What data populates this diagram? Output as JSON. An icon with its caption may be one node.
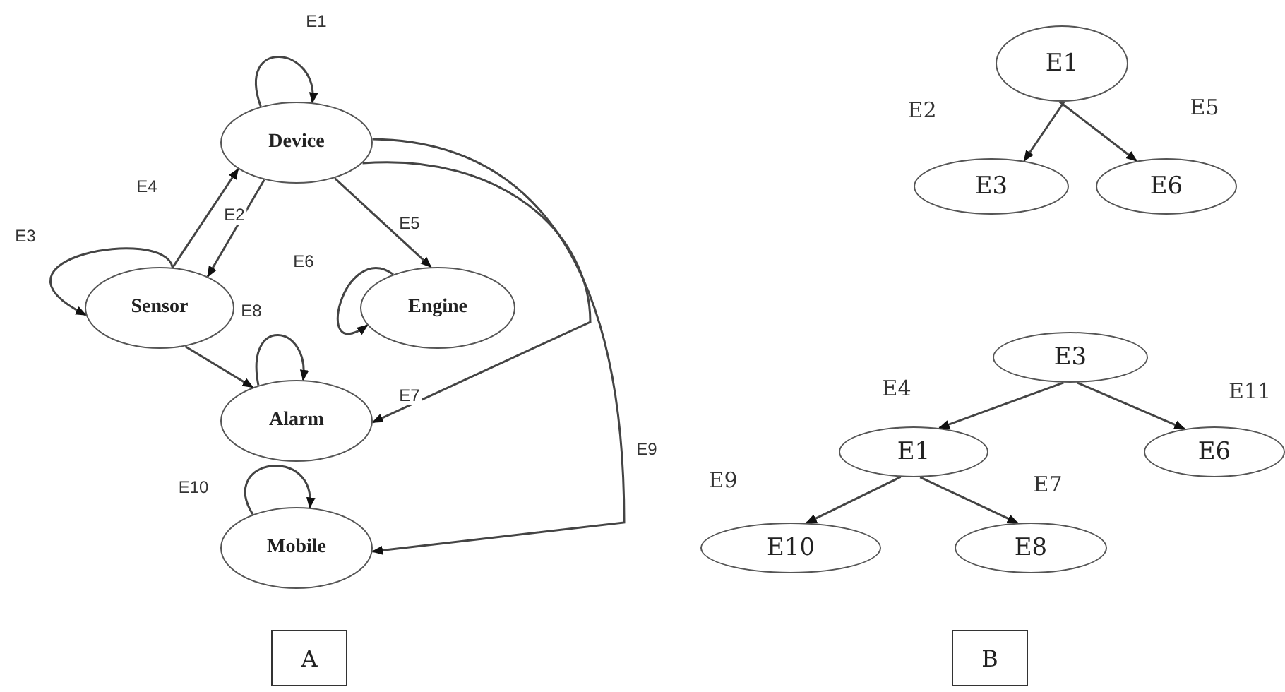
{
  "diagram": {
    "nodes": [
      {
        "text": [
          "Device"
        ]
      },
      {
        "text": [
          "Sensor"
        ]
      },
      {
        "text": [
          "Engine"
        ]
      },
      {
        "text": [
          "Alarm"
        ]
      },
      {
        "text": [
          "Mobile"
        ]
      },
      {
        "text": [
          "E1"
        ]
      },
      {
        "text": [
          "E3"
        ]
      },
      {
        "text": [
          "E6"
        ]
      },
      {
        "text": [
          "E3"
        ]
      },
      {
        "text": [
          "E1"
        ]
      },
      {
        "text": [
          "E6"
        ]
      },
      {
        "text": [
          "E10"
        ]
      },
      {
        "text": [
          "E8"
        ]
      },
      {
        "text": [
          "A"
        ]
      },
      {
        "text": [
          "B"
        ]
      }
    ],
    "edges": [
      {
        "from": 0,
        "to": 0,
        "arrow": "to",
        "label": "E1"
      },
      {
        "from": 0,
        "to": 1,
        "arrow": "to",
        "label": "E2"
      },
      {
        "from": 1,
        "to": 1,
        "arrow": "to",
        "label": "E3"
      },
      {
        "from": 1,
        "to": 0,
        "arrow": "to",
        "label": "E4"
      },
      {
        "from": 0,
        "to": 2,
        "arrow": "to",
        "label": "E5"
      },
      {
        "from": 2,
        "to": 2,
        "arrow": "to",
        "label": "E6"
      },
      {
        "from": 3,
        "to": 3,
        "arrow": "to",
        "label": "E8"
      },
      {
        "from": 1,
        "to": 3,
        "arrow": "to"
      },
      {
        "from": 0,
        "to": 3,
        "arrow": "to",
        "label": "E7"
      },
      {
        "from": 0,
        "to": 4,
        "arrow": "to",
        "label": "E9"
      },
      {
        "from": 4,
        "to": 4,
        "arrow": "to",
        "label": "E10"
      },
      {
        "from": 5,
        "to": 6,
        "arrow": "to",
        "label": "E2"
      },
      {
        "from": 5,
        "to": 7,
        "arrow": "to",
        "label": "E5"
      },
      {
        "from": 8,
        "to": 9,
        "arrow": "to",
        "label": "E4"
      },
      {
        "from": 8,
        "to": 10,
        "arrow": "to",
        "label": "E11"
      },
      {
        "from": 9,
        "to": 11,
        "arrow": "to",
        "label": "E9"
      },
      {
        "from": 9,
        "to": 12,
        "arrow": "to",
        "label": "E7"
      }
    ]
  }
}
